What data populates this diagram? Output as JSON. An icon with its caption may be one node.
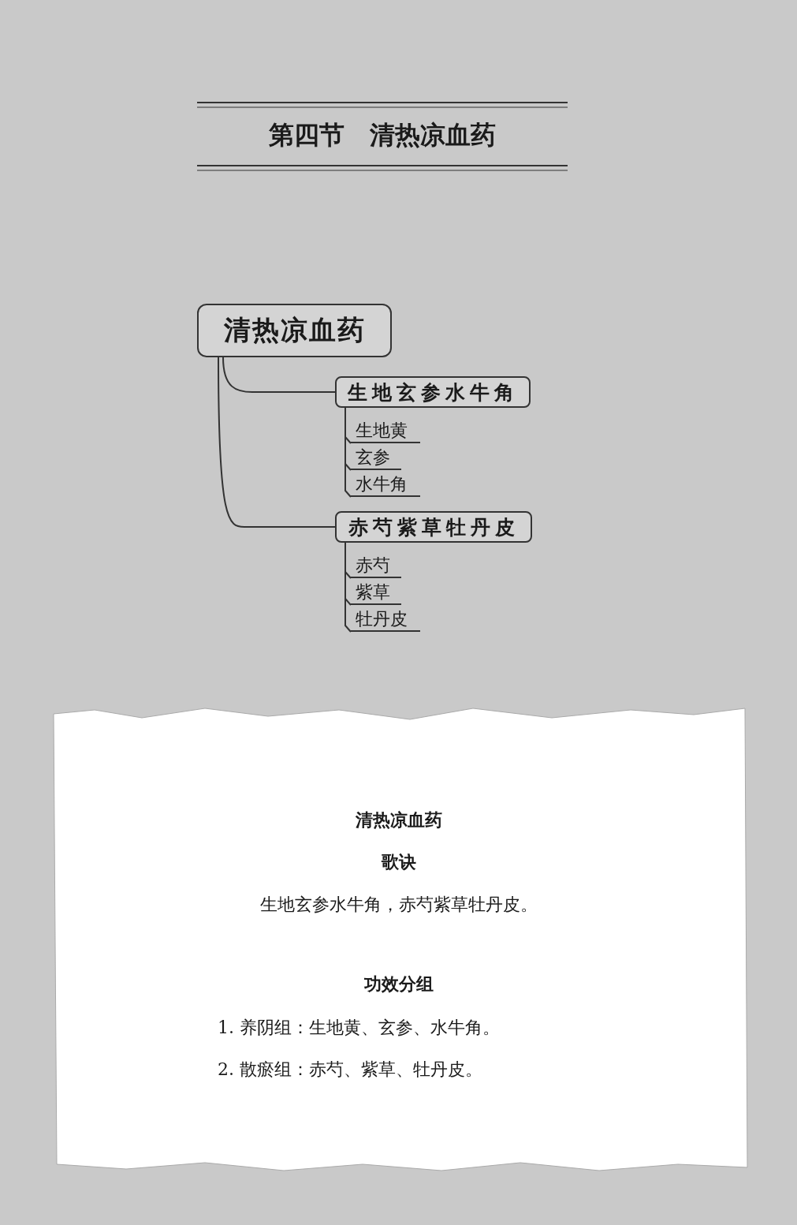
{
  "diagram": {
    "title": "第四节　清热凉血药",
    "nodes": [
      {
        "text": [
          "清热凉血药"
        ]
      },
      {
        "text": [
          "生地玄参水牛角"
        ]
      },
      {
        "text": [
          "生地黄"
        ]
      },
      {
        "text": [
          "玄参"
        ]
      },
      {
        "text": [
          "水牛角"
        ]
      },
      {
        "text": [
          "赤芍紫草牡丹皮"
        ]
      },
      {
        "text": [
          "赤芍"
        ]
      },
      {
        "text": [
          "紫草"
        ]
      },
      {
        "text": [
          "牡丹皮"
        ]
      }
    ],
    "edges": [
      {
        "from": 0,
        "to": 1,
        "arrow": "none"
      },
      {
        "from": 1,
        "to": 2,
        "arrow": "none"
      },
      {
        "from": 1,
        "to": 3,
        "arrow": "none"
      },
      {
        "from": 1,
        "to": 4,
        "arrow": "none"
      },
      {
        "from": 0,
        "to": 5,
        "arrow": "none"
      },
      {
        "from": 5,
        "to": 6,
        "arrow": "none"
      },
      {
        "from": 5,
        "to": 7,
        "arrow": "none"
      },
      {
        "from": 5,
        "to": 8,
        "arrow": "none"
      }
    ],
    "labels": [
      "清热凉血药",
      "歌诀",
      "生地玄参水牛角，赤芍紫草牡丹皮。",
      "功效分组",
      "1. 养阴组：生地黄、玄参、水牛角。",
      "2. 散瘀组：赤芍、紫草、牡丹皮。"
    ]
  }
}
